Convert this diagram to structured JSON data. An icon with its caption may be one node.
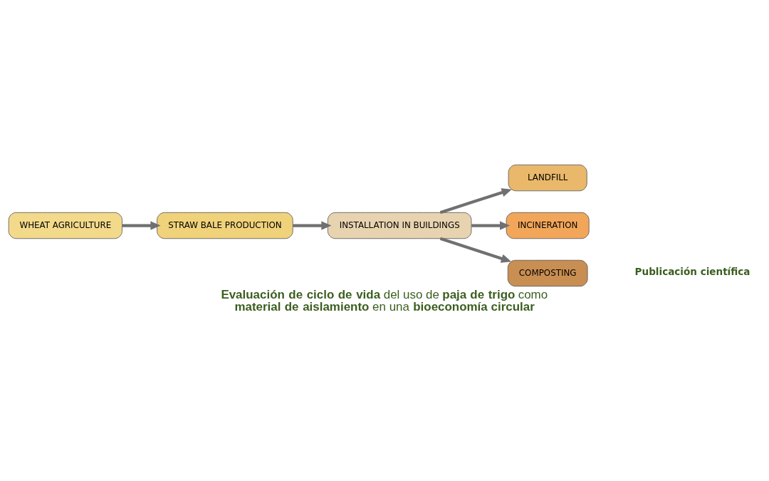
{
  "diagram": {
    "caption": "**Evaluación de ciclo de vida** del uso de **paja de trigo** como **material de aislamiento** en una **bioeconomía circular**",
    "nodes": [
      {
        "text": [
          "WHEAT AGRICULTURE"
        ]
      },
      {
        "text": [
          "STRAW BALE PRODUCTION"
        ]
      },
      {
        "text": [
          "INSTALLATION IN BUILDINGS"
        ]
      },
      {
        "text": [
          "LANDFILL"
        ]
      },
      {
        "text": [
          "INCINERATION"
        ]
      },
      {
        "text": [
          "COMPOSTING"
        ]
      }
    ],
    "edges": [
      {
        "from": 0,
        "to": 1,
        "arrow": "to"
      },
      {
        "from": 1,
        "to": 2,
        "arrow": "to"
      },
      {
        "from": 2,
        "to": 3,
        "arrow": "to"
      },
      {
        "from": 2,
        "to": 4,
        "arrow": "to"
      },
      {
        "from": 2,
        "to": 5,
        "arrow": "to"
      }
    ],
    "labels": [
      "Publicación científica"
    ]
  }
}
